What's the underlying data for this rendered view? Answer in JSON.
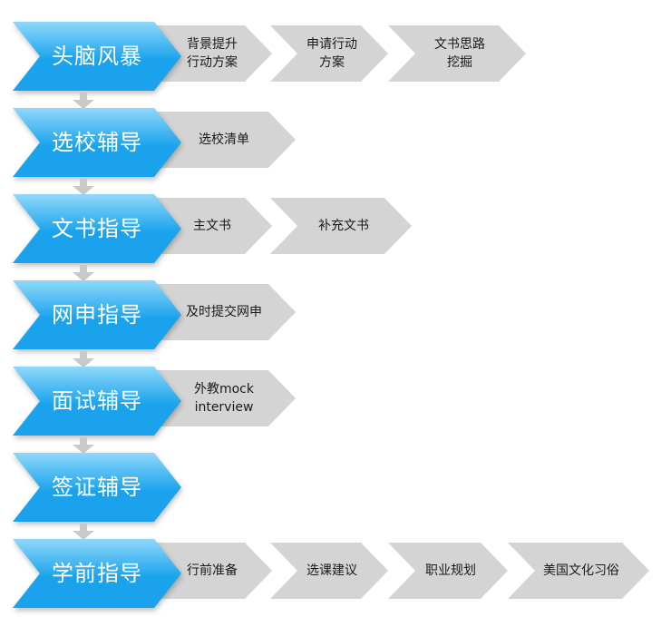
{
  "colors": {
    "main_top": "#8fd8fa",
    "main_bottom": "#1aa3ec",
    "sub_fill": "#d4d4d4",
    "connector": "#c9c9c9"
  },
  "steps": [
    {
      "label": "头脑风暴",
      "subs": [
        "背景提升\n行动方案",
        "申请行动\n方案",
        "文书思路\n挖掘"
      ]
    },
    {
      "label": "选校辅导",
      "subs": [
        "选校清单"
      ]
    },
    {
      "label": "文书指导",
      "subs": [
        "主文书",
        "补充文书"
      ]
    },
    {
      "label": "网申指导",
      "subs": [
        "及时提交网申"
      ]
    },
    {
      "label": "面试辅导",
      "subs": [
        "外教mock\ninterview"
      ]
    },
    {
      "label": "签证辅导",
      "subs": []
    },
    {
      "label": "学前指导",
      "subs": [
        "行前准备",
        "选课建议",
        "职业规划",
        "美国文化习俗"
      ]
    }
  ]
}
